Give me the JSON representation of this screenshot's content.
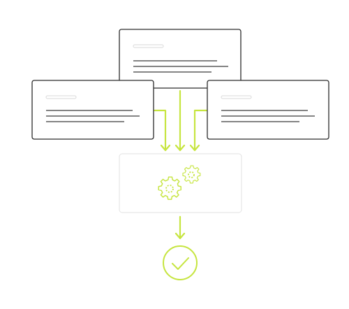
{
  "diagram": {
    "documents": [
      {
        "id": "doc-center"
      },
      {
        "id": "doc-left"
      },
      {
        "id": "doc-right"
      }
    ],
    "process": {
      "icon": "gears-icon"
    },
    "result": {
      "icon": "checkmark-icon"
    },
    "colors": {
      "accent": "#c6e53f",
      "document_border": "#2b2b2b",
      "document_fill": "#ffffff",
      "text_line": "#3a3a3a",
      "title_placeholder": "#d9d9d9",
      "process_border": "#e2e2e2"
    }
  }
}
